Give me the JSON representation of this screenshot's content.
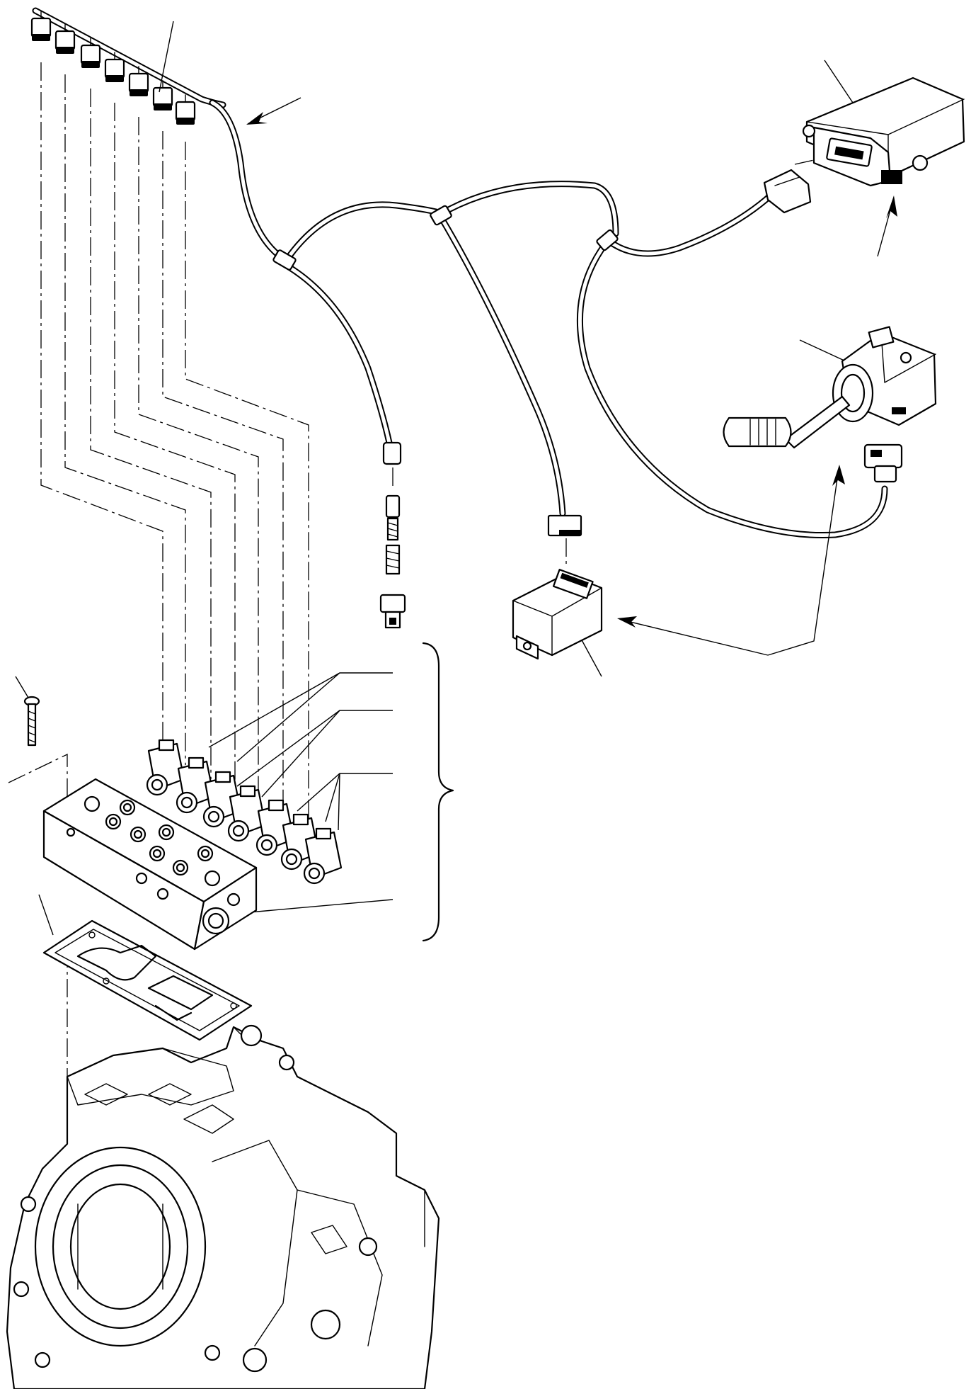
{
  "figure": {
    "text_labels": []
  },
  "components": {
    "harness": "wiring-harness",
    "ecu": "electronic-control-unit",
    "joystick": "transmission-control-lever",
    "relay": "relay-module",
    "sensor": "speed-sensor",
    "valve_block": "solenoid-valve-block",
    "gasket": "valve-block-gasket",
    "screw": "mounting-screw",
    "housing": "transmission-housing"
  },
  "colors": {
    "line": "#000000",
    "background": "#ffffff"
  }
}
